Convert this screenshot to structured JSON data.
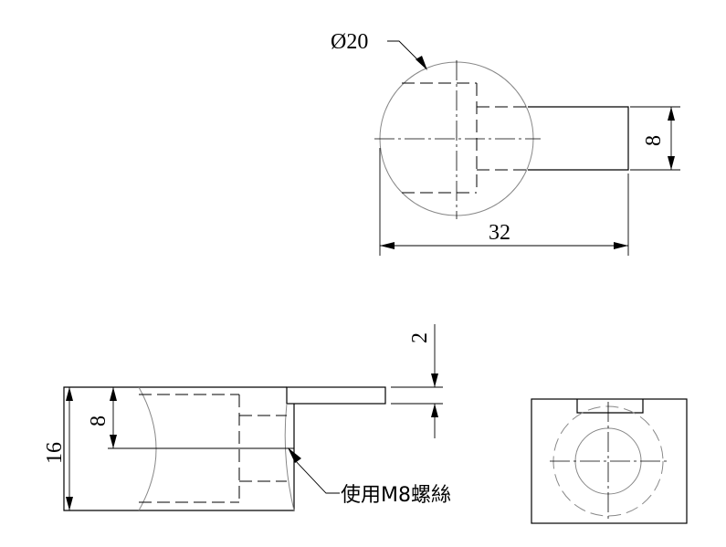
{
  "dimensions": {
    "diameter": "Ø20",
    "length": "32",
    "width": "8",
    "height": "16",
    "bore": "8",
    "step": "2"
  },
  "note": {
    "thread": "使用M8螺絲"
  }
}
